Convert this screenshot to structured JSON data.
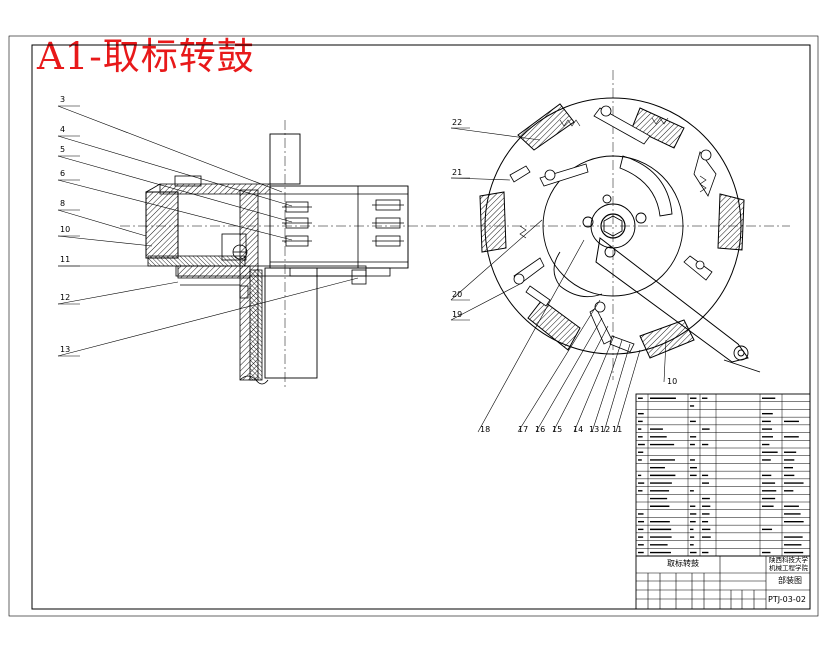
{
  "drawing": {
    "title": "A1-取标转鼓"
  },
  "callouts": {
    "left": [
      "3",
      "4",
      "5",
      "6",
      "8",
      "10",
      "11",
      "12",
      "13"
    ],
    "right_left": [
      "22",
      "21",
      "20",
      "19"
    ],
    "bottom": [
      "18",
      "17",
      "16",
      "15",
      "14",
      "13",
      "12",
      "11",
      "10"
    ]
  },
  "title_block": {
    "part_title": "取标转鼓",
    "org_line1": "陕西科技大学",
    "org_line2": "机械工程学院",
    "drawing_type": "部装图",
    "drawing_number": "PTJ-03-02"
  },
  "colors": {
    "title": "#e8191a",
    "line": "#000000",
    "hatch": "#000000"
  }
}
